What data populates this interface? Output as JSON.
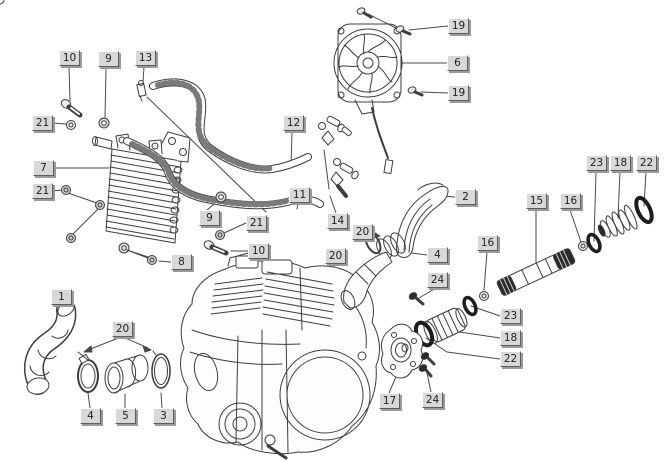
{
  "diagram": {
    "kind": "exploded-parts-diagram",
    "subject": "engine oil-cooler, fan and transmission shaft assembly"
  },
  "colors": {
    "line": "#3d3d3d",
    "rib": "#7a7a7a",
    "dark_part": "#2a2a2a",
    "callout_bg": "#d8d8d8",
    "callout_shadow": "#9a9a9a",
    "callout_text": "#1f1f1f",
    "background": "#ffffff"
  },
  "callouts": [
    {
      "id": "10-top",
      "label": "10"
    },
    {
      "id": "9-top",
      "label": "9"
    },
    {
      "id": "13",
      "label": "13"
    },
    {
      "id": "21-a",
      "label": "21"
    },
    {
      "id": "12",
      "label": "12"
    },
    {
      "id": "7",
      "label": "7"
    },
    {
      "id": "21-b",
      "label": "21"
    },
    {
      "id": "11",
      "label": "11"
    },
    {
      "id": "9-mid",
      "label": "9"
    },
    {
      "id": "21-c",
      "label": "21"
    },
    {
      "id": "14",
      "label": "14"
    },
    {
      "id": "20-right",
      "label": "20"
    },
    {
      "id": "10-mid",
      "label": "10"
    },
    {
      "id": "20-mid",
      "label": "20"
    },
    {
      "id": "8",
      "label": "8"
    },
    {
      "id": "19-top",
      "label": "19"
    },
    {
      "id": "6",
      "label": "6"
    },
    {
      "id": "19-low",
      "label": "19"
    },
    {
      "id": "2",
      "label": "2"
    },
    {
      "id": "23-up",
      "label": "23"
    },
    {
      "id": "18-up",
      "label": "18"
    },
    {
      "id": "22-up",
      "label": "22"
    },
    {
      "id": "15",
      "label": "15"
    },
    {
      "id": "16-up",
      "label": "16"
    },
    {
      "id": "16-low",
      "label": "16"
    },
    {
      "id": "4-right",
      "label": "4"
    },
    {
      "id": "24-up",
      "label": "24"
    },
    {
      "id": "23-low",
      "label": "23"
    },
    {
      "id": "18-low",
      "label": "18"
    },
    {
      "id": "22-low",
      "label": "22"
    },
    {
      "id": "17",
      "label": "17"
    },
    {
      "id": "24-low",
      "label": "24"
    },
    {
      "id": "1",
      "label": "1"
    },
    {
      "id": "20-left",
      "label": "20"
    },
    {
      "id": "4-left",
      "label": "4"
    },
    {
      "id": "5",
      "label": "5"
    },
    {
      "id": "3",
      "label": "3"
    }
  ]
}
